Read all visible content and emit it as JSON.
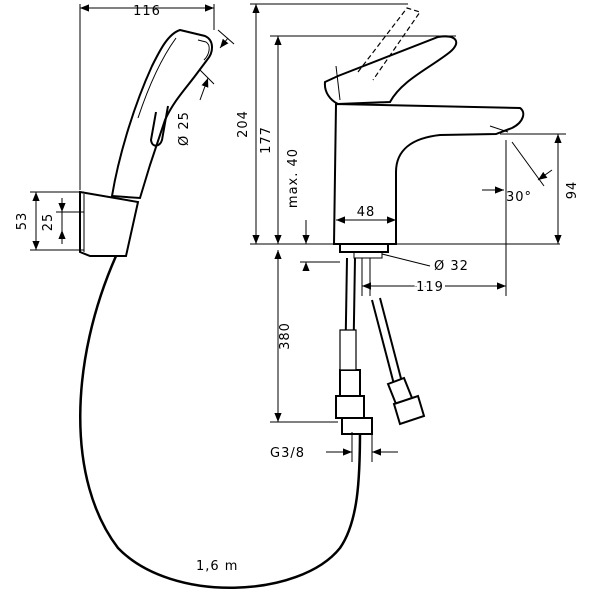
{
  "dimensions": {
    "handshower_width": "116",
    "handshower_diameter": "Ø 25",
    "holder_height": "53",
    "holder_inner": "25",
    "tap_height": "204",
    "spout_height": "177",
    "max_thickness": "max. 40",
    "base_width": "48",
    "spout_outlet_height": "94",
    "spout_angle": "30°",
    "hole_diameter": "Ø 32",
    "spout_reach": "119",
    "hose_length_below": "380",
    "connection_thread": "G3/8",
    "hose_length": "1,6 m"
  }
}
